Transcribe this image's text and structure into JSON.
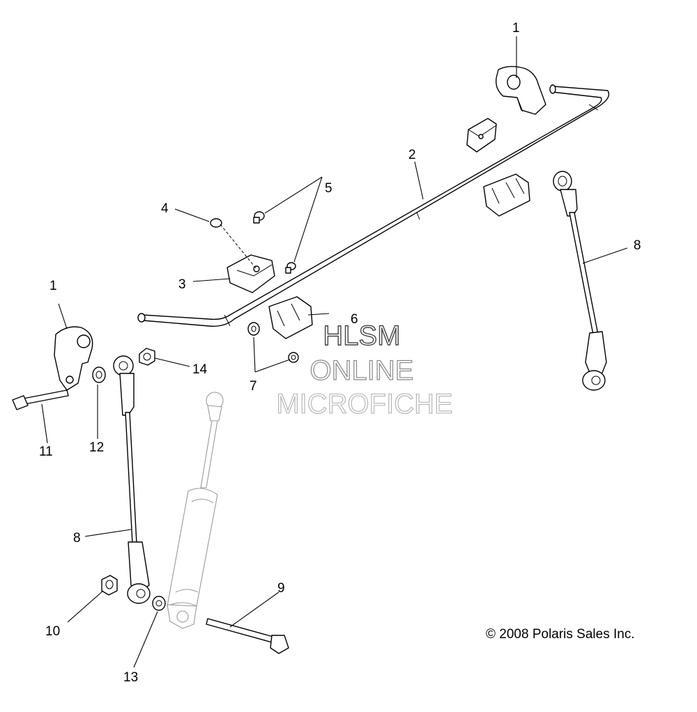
{
  "callouts": {
    "c1_top": "1",
    "c1_left": "1",
    "c2": "2",
    "c3": "3",
    "c4": "4",
    "c5": "5",
    "c6": "6",
    "c7": "7",
    "c8_right": "8",
    "c8_left": "8",
    "c9": "9",
    "c10": "10",
    "c11": "11",
    "c12": "12",
    "c13": "13",
    "c14": "14"
  },
  "watermark": {
    "line1": "HLSM",
    "line2": "ONLINE",
    "line3": "MICROFICHE"
  },
  "copyright": "© 2008 Polaris Sales Inc."
}
